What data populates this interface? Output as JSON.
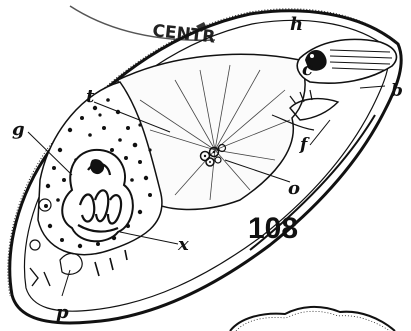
{
  "stamp": {
    "text": "CENTR"
  },
  "figure": {
    "number": "108",
    "labels": {
      "h": "h",
      "c": "c",
      "b": "b",
      "t": "t",
      "g": "g",
      "f": "f",
      "o": "o",
      "x": "x",
      "p": "p"
    }
  }
}
